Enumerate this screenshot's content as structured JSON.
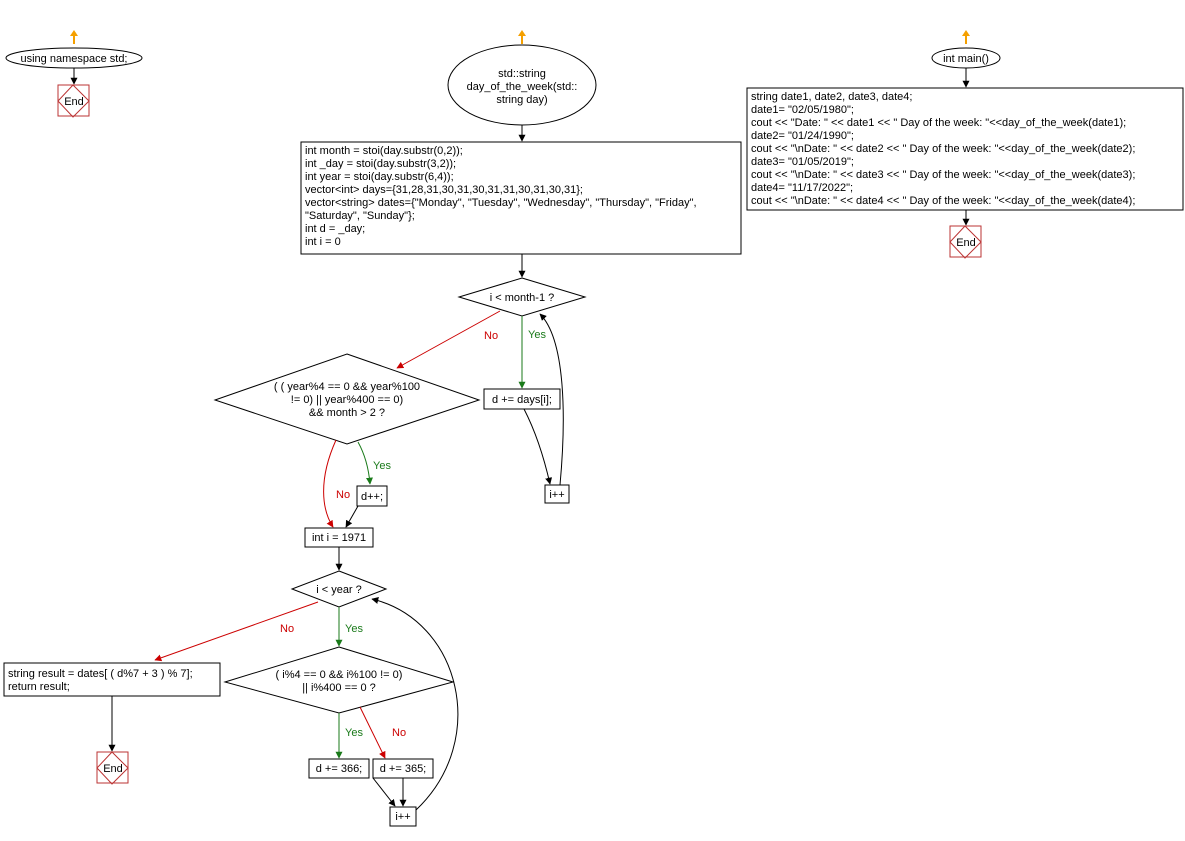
{
  "flowchart_left": {
    "start": "using namespace std;",
    "end": "End"
  },
  "flowchart_func": {
    "start_lines": [
      "std::string",
      "day_of_the_week(std::",
      "string day)"
    ],
    "init_lines": [
      "int month = stoi(day.substr(0,2));",
      "int _day = stoi(day.substr(3,2));",
      "int year = stoi(day.substr(6,4));",
      "vector<int> days={31,28,31,30,31,30,31,31,30,31,30,31};",
      "vector<string> dates={\"Monday\", \"Tuesday\", \"Wednesday\", \"Thursday\", \"Friday\",",
      "\"Saturday\", \"Sunday\"};",
      "int d = _day;",
      "int i = 0"
    ],
    "cond1": "i < month-1 ?",
    "cond1_yes": "Yes",
    "cond1_no": "No",
    "add_days": "d += days[i];",
    "inc1": "i++",
    "cond2_lines": [
      "( ( year%4 == 0 && year%100",
      "!= 0) || year%400 == 0)",
      "&& month > 2 ?"
    ],
    "cond2_yes": "Yes",
    "cond2_no": "No",
    "dinc": "d++;",
    "init_i": "int i = 1971",
    "cond3": "i < year ?",
    "cond3_yes": "Yes",
    "cond3_no": "No",
    "cond4_lines": [
      "( i%4 == 0 && i%100 != 0)",
      "|| i%400 == 0 ?"
    ],
    "cond4_yes": "Yes",
    "cond4_no": "No",
    "add366": "d += 366;",
    "add365": "d += 365;",
    "inc2": "i++",
    "result_lines": [
      "string result = dates[ ( d%7 + 3 ) % 7];",
      "return result;"
    ],
    "end": "End"
  },
  "flowchart_main": {
    "start": "int main()",
    "body_lines": [
      "string date1, date2, date3, date4;",
      "date1= \"02/05/1980\";",
      "cout << \"Date: \" << date1 << \"  Day of the week: \"<<day_of_the_week(date1);",
      "date2= \"01/24/1990\";",
      "cout << \"\\nDate: \" << date2 << \"  Day of the week: \"<<day_of_the_week(date2);",
      "date3= \"01/05/2019\";",
      "cout << \"\\nDate: \" << date3 << \"  Day of the week: \"<<day_of_the_week(date3);",
      "date4= \"11/17/2022\";",
      "cout << \"\\nDate: \" << date4 << \"  Day of the week: \"<<day_of_the_week(date4);"
    ],
    "end": "End"
  },
  "colors": {
    "no_branch": "#cc0000",
    "yes_branch": "#1a7a1a",
    "start_marker": "#f5a000",
    "end_border": "#bb3333"
  }
}
